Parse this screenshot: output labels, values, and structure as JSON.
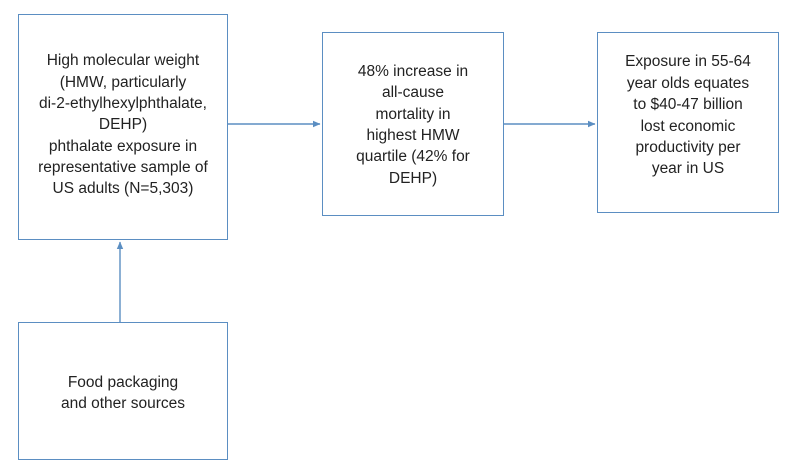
{
  "nodes": {
    "hmw_exposure": {
      "lines": [
        "High molecular weight",
        "(HMW, particularly",
        "di-2-ethylhexylphthalate,",
        "DEHP)",
        "phthalate exposure in",
        "representative sample of",
        "US adults (N=5,303)"
      ]
    },
    "mortality": {
      "lines": [
        "48% increase in",
        "all-cause",
        "mortality in",
        "highest HMW",
        "quartile (42% for",
        "DEHP)"
      ]
    },
    "economic": {
      "lines": [
        "Exposure in 55-64",
        "year olds equates",
        "to $40-47 billion",
        "lost economic",
        "productivity per",
        "year in US"
      ]
    },
    "sources": {
      "lines": [
        "Food packaging",
        "and other sources"
      ]
    }
  },
  "edges": [
    {
      "from": "sources",
      "to": "hmw_exposure"
    },
    {
      "from": "hmw_exposure",
      "to": "mortality"
    },
    {
      "from": "mortality",
      "to": "economic"
    }
  ],
  "colors": {
    "box_border": "#5b8ec2",
    "arrow": "#5b8ec2",
    "text": "#222222"
  }
}
